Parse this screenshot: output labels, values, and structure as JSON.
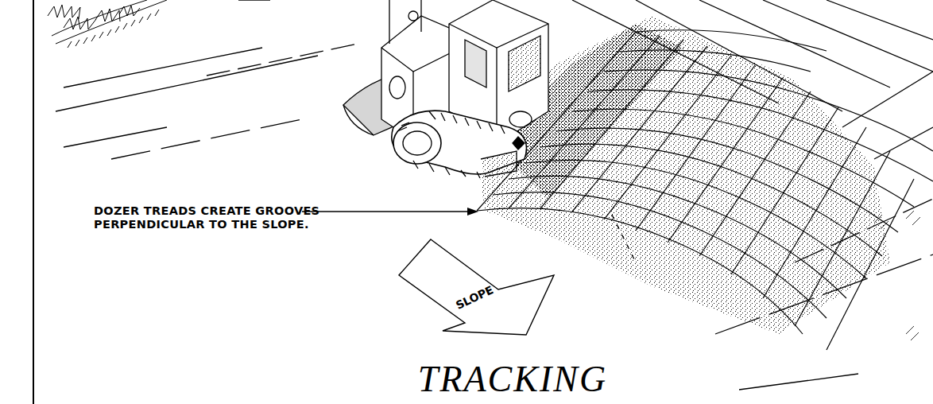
{
  "diagram": {
    "title": "TRACKING",
    "nodes": [
      {
        "text": [
          "SLOPE"
        ]
      }
    ],
    "labels": [
      "DOZER TREADS CREATE GROOVES PERPENDICULAR TO THE SLOPE."
    ]
  }
}
